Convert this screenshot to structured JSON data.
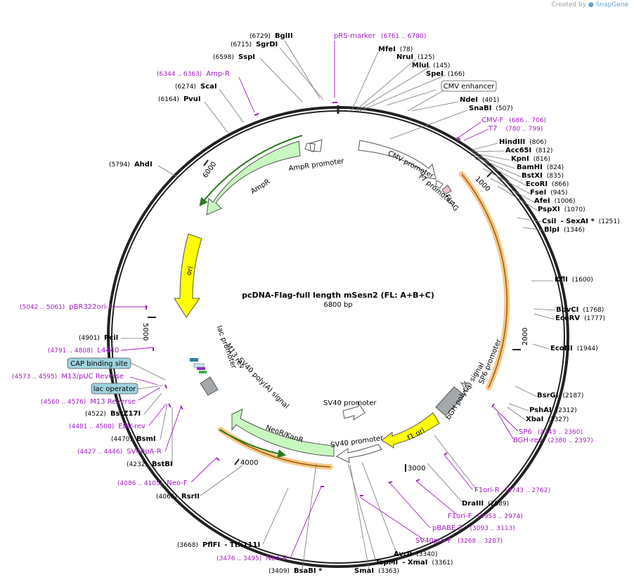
{
  "credit": {
    "prefix": "Created by",
    "brand": "SnapGene"
  },
  "plasmid": {
    "name": "pcDNA-Flag-full length mSesn2 (FL: A+B+C)",
    "size_label": "6800 bp",
    "length": 6800
  },
  "ticks": [
    "1000",
    "2000",
    "3000",
    "4000",
    "5000",
    "6000"
  ],
  "enzymes": [
    {
      "name": "BglII",
      "pos": "(6729)"
    },
    {
      "name": "SgrDI",
      "pos": "(6715)"
    },
    {
      "name": "SspI",
      "pos": "(6598)"
    },
    {
      "name": "ScaI",
      "pos": "(6274)"
    },
    {
      "name": "PvuI",
      "pos": "(6164)"
    },
    {
      "name": "AhdI",
      "pos": "(5794)"
    },
    {
      "name": "MfeI",
      "pos": "(78)"
    },
    {
      "name": "NruI",
      "pos": "(125)"
    },
    {
      "name": "MluI",
      "pos": "(145)"
    },
    {
      "name": "SpeI",
      "pos": "(166)"
    },
    {
      "name": "NdeI",
      "pos": "(401)"
    },
    {
      "name": "SnaBI",
      "pos": "(507)"
    },
    {
      "name": "HindIII",
      "pos": "(806)"
    },
    {
      "name": "Acc65I",
      "pos": "(812)"
    },
    {
      "name": "KpnI",
      "pos": "(816)"
    },
    {
      "name": "BamHI",
      "pos": "(824)"
    },
    {
      "name": "BstXI",
      "pos": "(835)"
    },
    {
      "name": "EcoRI",
      "pos": "(866)"
    },
    {
      "name": "FseI",
      "pos": "(945)"
    },
    {
      "name": "AfeI",
      "pos": "(1006)"
    },
    {
      "name": "PspXI",
      "pos": "(1070)"
    },
    {
      "name": "CsiI",
      "pos": ""
    },
    {
      "name": "- SexAI *",
      "pos": "(1251)"
    },
    {
      "name": "BlpI",
      "pos": "(1346)"
    },
    {
      "name": "KflI",
      "pos": "(1600)"
    },
    {
      "name": "BbvCI",
      "pos": "(1768)"
    },
    {
      "name": "EcoRV",
      "pos": "(1777)"
    },
    {
      "name": "EcoNI",
      "pos": "(1944)"
    },
    {
      "name": "BsrGI",
      "pos": "(2187)"
    },
    {
      "name": "PshAI",
      "pos": "(2312)"
    },
    {
      "name": "XbaI",
      "pos": "(2327)"
    },
    {
      "name": "DraIII",
      "pos": "(2889)"
    },
    {
      "name": "AvrII",
      "pos": "(3340)"
    },
    {
      "name": "TspMI",
      "pos": ""
    },
    {
      "name": "- XmaI",
      "pos": "(3361)"
    },
    {
      "name": "SmaI",
      "pos": "(3363)"
    },
    {
      "name": "BsaBI *",
      "pos": "(3409)"
    },
    {
      "name": "PflFI",
      "pos": "(3668)"
    },
    {
      "name": "- Tth111I",
      "pos": ""
    },
    {
      "name": "RsrII",
      "pos": "(4066)"
    },
    {
      "name": "BstBI",
      "pos": "(4232)"
    },
    {
      "name": "BsmI",
      "pos": "(4470)"
    },
    {
      "name": "BstZ17I",
      "pos": "(4522)"
    },
    {
      "name": "PciI",
      "pos": "(4901)"
    }
  ],
  "primers": [
    {
      "name": "pRS-marker",
      "range": "(6761 .. 6780)"
    },
    {
      "name": "Amp-R",
      "range": "(6344 .. 6363)"
    },
    {
      "name": "CMV-F",
      "range": "(686 .. 706)"
    },
    {
      "name": "T7",
      "range": "(780 .. 799)"
    },
    {
      "name": "pBR322ori-F",
      "range": "(5042 .. 5061)"
    },
    {
      "name": "L4440",
      "range": "(4791 .. 4808)"
    },
    {
      "name": "M13/pUC Reverse",
      "range": "(4573 .. 4595)"
    },
    {
      "name": "M13 Reverse",
      "range": "(4560 .. 4576)"
    },
    {
      "name": "EBV-rev",
      "range": "(4481 .. 4500)"
    },
    {
      "name": "SV40pA-R",
      "range": "(4427 .. 4446)"
    },
    {
      "name": "Neo-F",
      "range": "(4086 .. 4105)"
    },
    {
      "name": "Neo-R",
      "range": "(3476 .. 3495)"
    },
    {
      "name": "SP6",
      "range": "(2343 .. 2360)"
    },
    {
      "name": "BGH-rev",
      "range": "(2380 .. 2397)"
    },
    {
      "name": "F1ori-R",
      "range": "(2743 .. 2762)"
    },
    {
      "name": "F1ori-F",
      "range": "(2953 .. 2974)"
    },
    {
      "name": "pBABE 3'",
      "range": "(3093 .. 3113)"
    },
    {
      "name": "SV40pro-F",
      "range": "(3268 .. 3287)"
    }
  ],
  "boxes": [
    "CMV enhancer",
    "CAP binding site",
    "lac operator"
  ],
  "features": [
    "AmpR promoter",
    "AmpR",
    "CMV promoter",
    "T7 promoter",
    "FLAG",
    "ori",
    "lac promoter",
    "M13 rev",
    "SV40 poly(A) signal",
    "NeoR/KanR",
    "SV40 promoter",
    "SV40 promoter",
    "f1 ori",
    "bGH poly(A) signal",
    "SP6 promoter"
  ],
  "colors": {
    "backbone": "#222222",
    "primer": "#a21bc2",
    "ampr": "#c8f7c0",
    "ori": "#ffff00",
    "f1ori": "#ffff00",
    "orange_arc": "#f5a623",
    "grey_feature": "#a4a8ab",
    "box": "#9fd3df"
  }
}
